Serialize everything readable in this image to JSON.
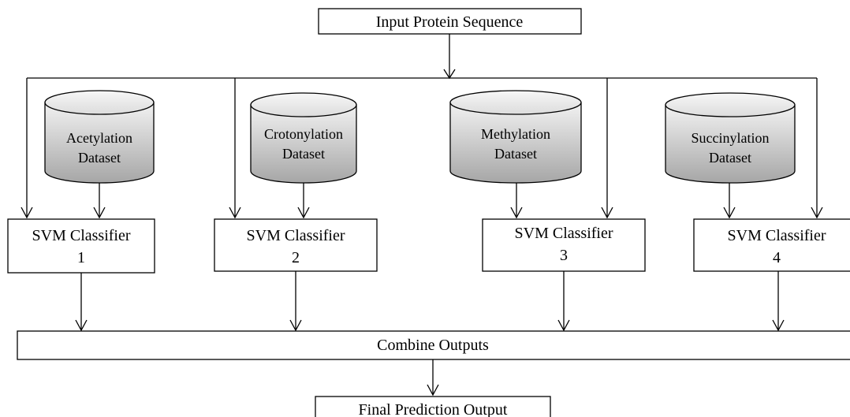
{
  "input": {
    "label": "Input Protein Sequence"
  },
  "datasets": [
    {
      "lines": [
        "Acetylation",
        "Dataset"
      ]
    },
    {
      "lines": [
        "Crotonylation",
        "Dataset"
      ]
    },
    {
      "lines": [
        "Methylation",
        "Dataset"
      ]
    },
    {
      "lines": [
        "Succinylation",
        "Dataset"
      ]
    }
  ],
  "classifiers": [
    {
      "lines": [
        "SVM Classifier",
        "1"
      ]
    },
    {
      "lines": [
        "SVM Classifier",
        "2"
      ]
    },
    {
      "lines": [
        "SVM Classifier",
        "3"
      ]
    },
    {
      "lines": [
        "SVM Classifier",
        "4"
      ]
    }
  ],
  "combine": {
    "label": "Combine Outputs"
  },
  "final": {
    "label": "Final Prediction Output"
  },
  "colors": {
    "cylinder_light": "#f2f2f2",
    "cylinder_dark": "#a6a6a6",
    "stroke": "#000000"
  }
}
